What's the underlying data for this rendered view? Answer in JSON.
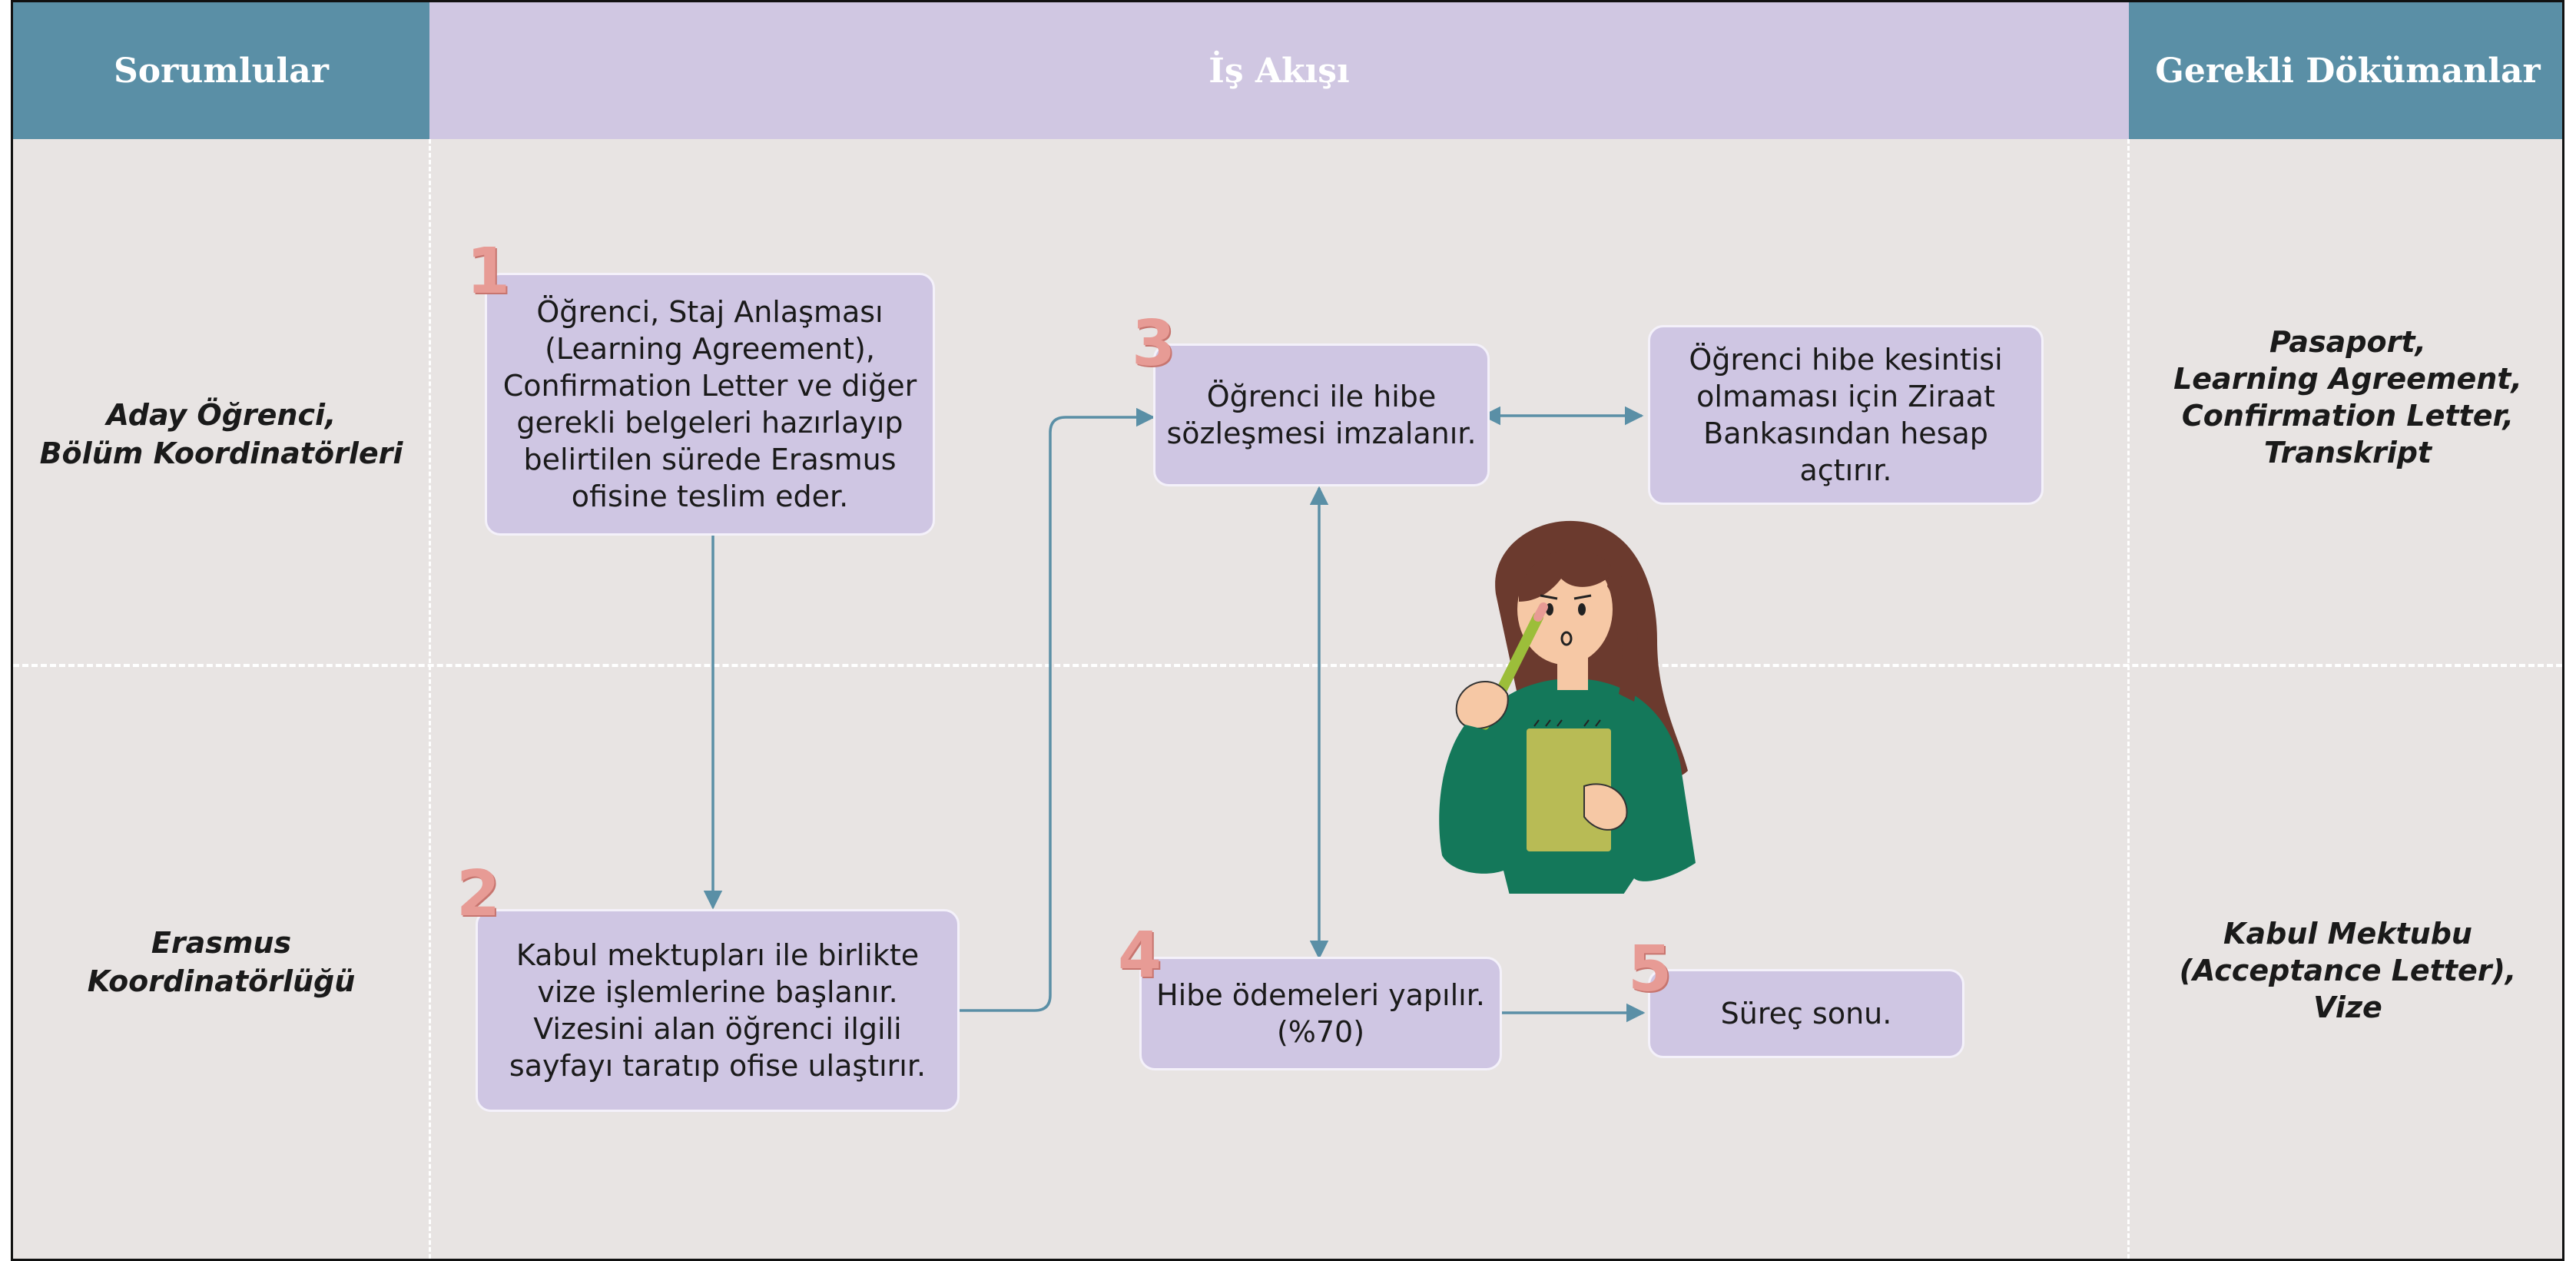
{
  "headers": {
    "left": "Sorumlular",
    "middle": "İş Akışı",
    "right": "Gerekli Dökümanlar"
  },
  "lanes": {
    "top": {
      "role_line1": "Aday Öğrenci,",
      "role_line2": "Bölüm Koordinatörleri",
      "docs": [
        "Pasaport,",
        "Learning Agreement,",
        "Confirmation Letter,",
        "Transkript"
      ]
    },
    "bottom": {
      "role_line1": "Erasmus",
      "role_line2": "Koordinatörlüğü",
      "docs": [
        "Kabul Mektubu",
        "(Acceptance Letter),",
        "Vize"
      ]
    }
  },
  "steps": {
    "s1": {
      "number": "1",
      "text": "Öğrenci, Staj Anlaşması (Learning Agreement), Confirmation Letter ve diğer gerekli belgeleri hazırlayıp belirtilen sürede Erasmus ofisine teslim eder."
    },
    "s2": {
      "number": "2",
      "text": "Kabul mektupları ile birlikte vize işlemlerine başlanır. Vizesini alan öğrenci ilgili sayfayı taratıp ofise ulaştırır."
    },
    "s3": {
      "number": "3",
      "text": "Öğrenci ile hibe sözleşmesi imzalanır."
    },
    "side": {
      "text": "Öğrenci hibe kesintisi olmaması için Ziraat Bankasından hesap açtırır."
    },
    "s4": {
      "number": "4",
      "text": "Hibe ödemeleri yapılır. (%70)"
    },
    "s5": {
      "number": "5",
      "text": "Süreç sonu."
    }
  },
  "colors": {
    "header_teal": "#5a8fa6",
    "header_lavender": "#d0c7e2",
    "box_fill": "#cfc6e3",
    "arrow": "#5a8fa6",
    "step_number": "#e79b95",
    "background": "#e8e4e3"
  },
  "illustration": {
    "icon": "student-thinking-with-notepad-illustration"
  }
}
